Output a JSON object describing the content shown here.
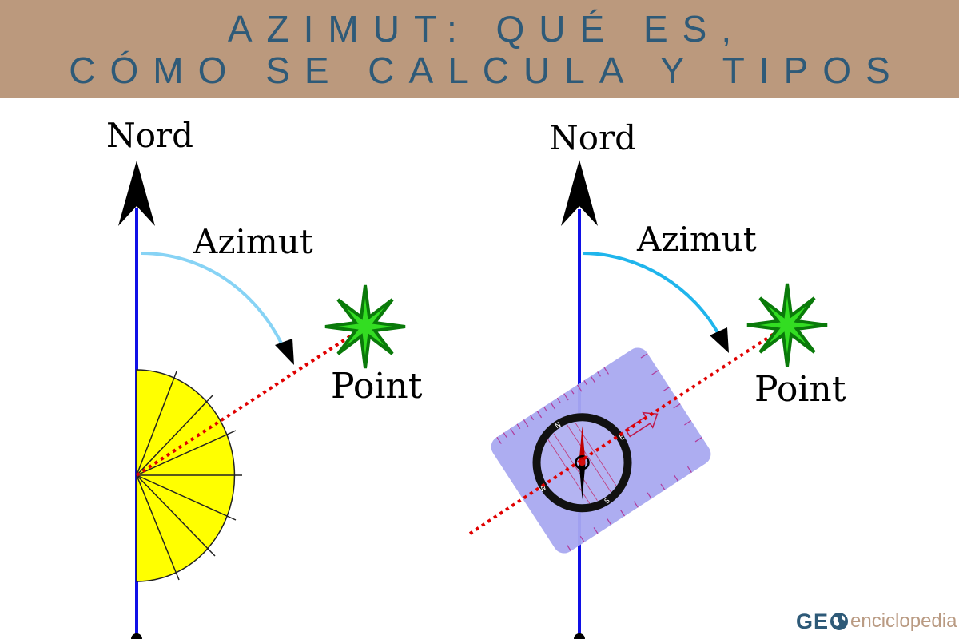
{
  "header": {
    "title_line1": "AZIMUT: QUÉ ES,",
    "title_line2": "CÓMO SE CALCULA Y TIPOS",
    "background_color": "#bb997d",
    "text_color": "#2e5a78"
  },
  "diagrams": [
    {
      "name": "protractor-method",
      "north_label": "Nord",
      "angle_label": "Azimut",
      "target_label": "Point",
      "instrument": "protractor",
      "arc_color": "#87d3f5"
    },
    {
      "name": "compass-method",
      "north_label": "Nord",
      "angle_label": "Azimut",
      "target_label": "Point",
      "instrument": "baseplate-compass",
      "arc_color": "#1fb5ec",
      "compass_letters": {
        "n": "N",
        "s": "S",
        "e": "E",
        "w": "W"
      }
    }
  ],
  "colors": {
    "north_line": "#1010e6",
    "sight_line": "#e00000",
    "star_fill": "#33dd22",
    "star_stroke": "#0a7a0a",
    "protractor_fill": "#ffff00",
    "compass_plate": "#a9a9f0"
  },
  "logo": {
    "bold": "GE",
    "light": "enciclopedia"
  }
}
